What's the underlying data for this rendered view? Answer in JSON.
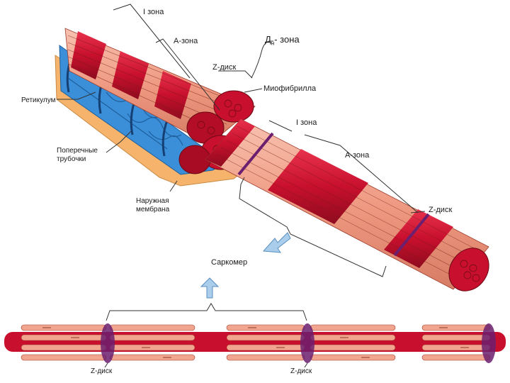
{
  "labels": {
    "i_zone_top": "I зона",
    "a_zone_top": "A-зона",
    "h_zone_letter": "Д",
    "h_zone_sub": "н",
    "h_zone_suffix": "- зона",
    "z_disk_top": "Z-диск",
    "myofibril": "Миофибрилла",
    "reticulum": "Ретикулум",
    "t_tubules_line1": "Поперечные",
    "t_tubules_line2": "трубочки",
    "membrane_line1": "Наружная",
    "membrane_line2": "мембрана",
    "i_zone_mid": "I зона",
    "a_zone_mid": "A-зона",
    "z_disk_mid": "Z-диск",
    "sarcomere": "Саркомер",
    "z_disk_bottom_1": "Z-диск",
    "z_disk_bottom_2": "Z-диск"
  },
  "colors": {
    "fiber_dark": "#c8102e",
    "fiber_light": "#f2a58e",
    "reticulum_blue": "#3b8fd9",
    "membrane_orange": "#f5b36b",
    "z_disk_purple": "#6b1f6e",
    "arrow_blue": "#a9cdea"
  }
}
